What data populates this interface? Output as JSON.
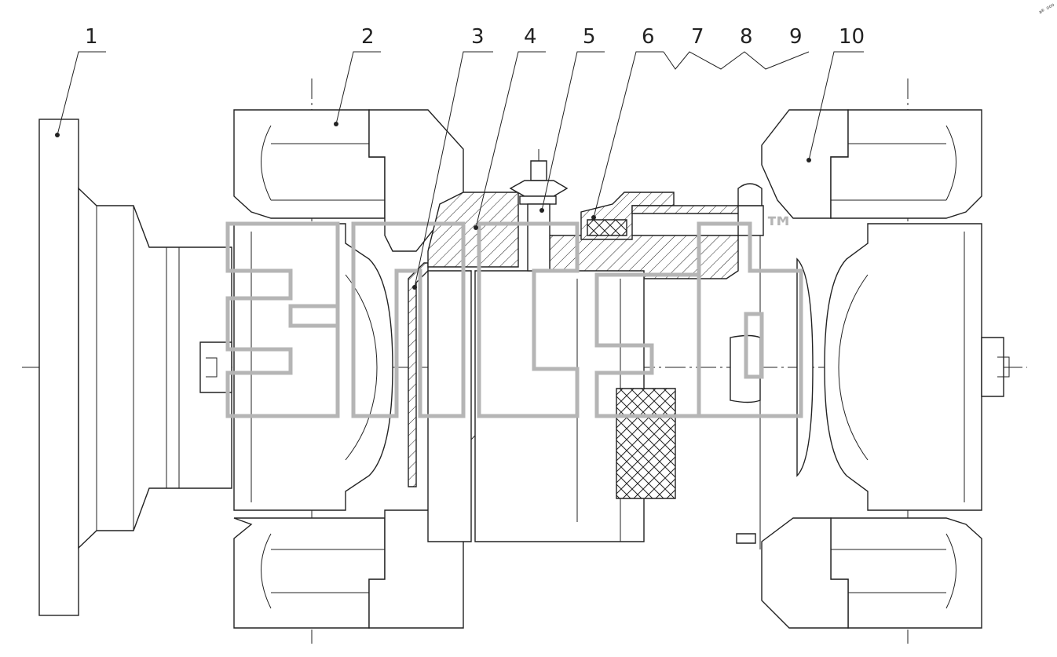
{
  "callouts": [
    "1",
    "2",
    "3",
    "4",
    "5",
    "6",
    "7",
    "8",
    "9",
    "10"
  ],
  "corner_stamp": "a® ooo",
  "watermark": {
    "mark": "™"
  }
}
